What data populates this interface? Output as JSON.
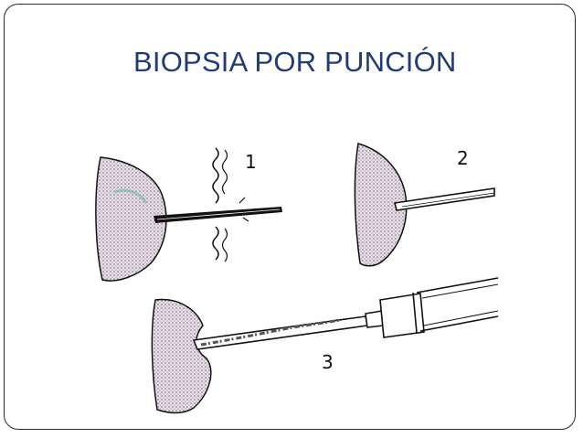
{
  "slide": {
    "title": "BIOPSIA POR PUNCIÓN"
  },
  "diagram": {
    "steps": [
      {
        "number": "1"
      },
      {
        "number": "2"
      },
      {
        "number": "3"
      }
    ],
    "colors": {
      "ink": "#111111",
      "title": "#1f3c78",
      "stipple": "#7a7a7a",
      "tissue_tint": "#c9a7c9"
    }
  }
}
